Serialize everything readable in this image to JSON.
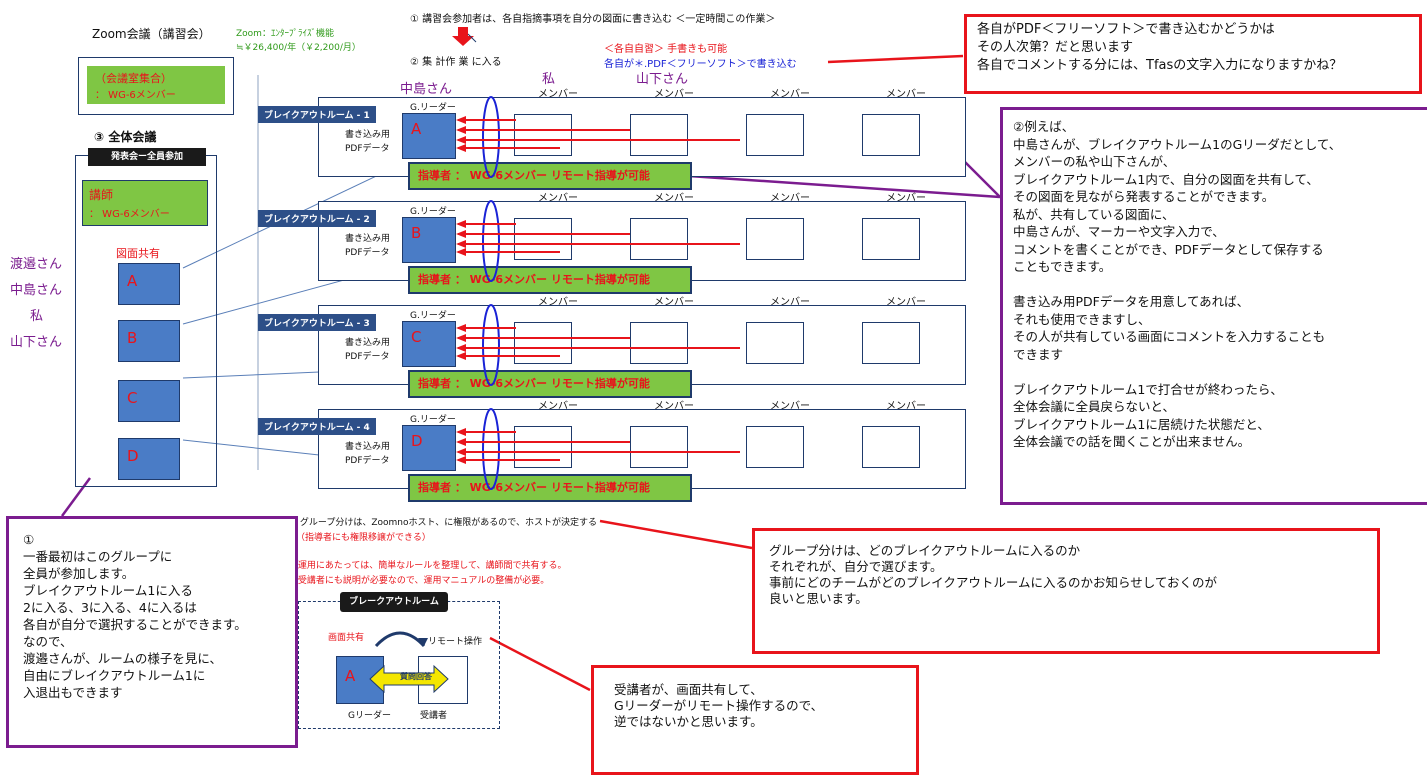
{
  "header": {
    "zoom_title": "Zoom会議（講習会）",
    "zoom_plan_line1": "Zoom：ｴﾝﾀｰﾌﾟﾗｲｽﾞ機能",
    "zoom_plan_line2": "≒￥26,400/年（￥2,200/月）",
    "step1": "①  講習会参加者は、各自指摘事項を自分の図面に書き込む  ＜一定時間この作業＞",
    "step2_label": "②  集  計作  業  に入る",
    "self_study": "＜各自自習＞  手書きも可能",
    "pdf_write": "各自が＊.PDF＜フリーソフト＞で書き込む"
  },
  "left": {
    "meeting_room_line1": "（会議室集合）",
    "meeting_room_line2": "：  WG-6メンバー",
    "plenary_title": "③  全体会議",
    "presenter_bar": "発表会ー全員参加",
    "lecturer_line1": "講師",
    "lecturer_line2": "：  WG-6メンバー",
    "screen_share": "図面共有",
    "slots": [
      "A",
      "B",
      "C",
      "D"
    ]
  },
  "people": [
    "渡邉さん",
    "中島さん",
    "私",
    "山下さん"
  ],
  "labels": {
    "nakajima": "中島さん",
    "watashi": "私",
    "yamashita": "山下さん",
    "member": "メンバー",
    "g_leader": "G.リーダー",
    "write_pdf_1": "書き込み用",
    "write_pdf_2": "PDFデータ",
    "instructor": "指導者  ：  WG-6メンバー    リモート指導が可能"
  },
  "rooms": [
    {
      "title": "ブレイクアウトルーム - 1",
      "letter": "A"
    },
    {
      "title": "ブレイクアウトルーム - 2",
      "letter": "B"
    },
    {
      "title": "ブレイクアウトルーム - 3",
      "letter": "C"
    },
    {
      "title": "ブレイクアウトルーム - 4",
      "letter": "D"
    }
  ],
  "bottom_notes": {
    "group_split_1": "＊  グループ分けは、Zoomnoホスト、に権限があるので、ホストが決定する",
    "group_split_2": "（指導者にも権限移譲ができる）",
    "rule_1": "＊  運用にあたっては、簡単なルールを整理して、講師間で共有する。",
    "rule_2": "＊  受講者にも説明が必要なので、運用マニュアルの整備が必要。"
  },
  "mini_diagram": {
    "title": "ブレークアウトルーム",
    "screen_share": "画面共有",
    "remote": "リモート操作",
    "qa": "質問回答",
    "letter": "A",
    "g_leader": "Gリーダー",
    "trainee": "受講者"
  },
  "callouts": {
    "top_right": "各自がPDF＜フリーソフト＞で書き込むかどうかは\nその人次第？だと思います\n各自でコメントする分には、Tfasの文字入力になりますかね？",
    "right": "②例えば、\n中島さんが、ブレイクアウトルーム1のGリーダだとして、\nメンバーの私や山下さんが、\nブレイクアウトルーム1内で、自分の図面を共有して、\nその図面を見ながら発表することができます。\n私が、共有している図面に、\n中島さんが、マーカーや文字入力で、\nコメントを書くことができ、PDFデータとして保存する\nこともできます。\n\n書き込み用PDFデータを用意してあれば、\nそれも使用できますし、\nその人が共有している画面にコメントを入力することも\nできます\n\nブレイクアウトルーム1で打合せが終わったら、\n全体会議に全員戻らないと、\nブレイクアウトルーム1に居続けた状態だと、\n全体会議での話を聞くことが出来ません。",
    "bottom_left": "①\n一番最初はこのグループに\n全員が参加します。\nブレイクアウトルーム1に入る\n2に入る、3に入る、4に入るは\n各自が自分で選択することができます。\nなので、\n渡邉さんが、ルームの様子を見に、\n自由にブレイクアウトルーム1に\n入退出もできます",
    "bottom_middle": "グループ分けは、どのブレイクアウトルームに入るのか\nそれぞれが、自分で選びます。\n事前にどのチームがどのブレイクアウトルームに入るのかお知らせしておくのが\n良いと思います。",
    "bottom_center": "受講者が、画面共有して、\nGリーダーがリモート操作するので、\n逆ではないかと思います。"
  },
  "colors": {
    "red": "#e8141b",
    "purple": "#7b1c8f",
    "navy": "#1f3a6b",
    "box_blue": "#4a7cc6",
    "green": "#7fc644"
  }
}
